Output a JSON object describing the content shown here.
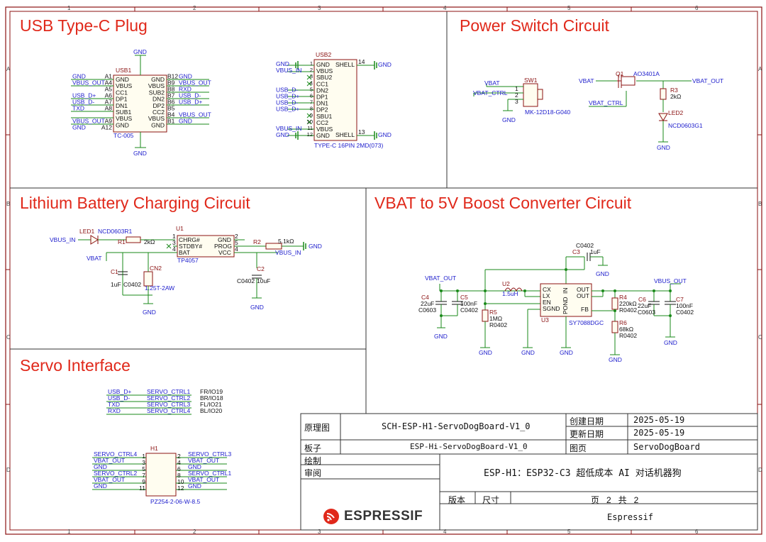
{
  "sections": {
    "usb": "USB Type-C Plug",
    "power": "Power Switch Circuit",
    "charging": "Lithium Battery Charging Circuit",
    "boost": "VBAT to 5V Boost Converter Circuit",
    "servo": "Servo Interface"
  },
  "grid": {
    "cols": [
      "1",
      "2",
      "3",
      "4",
      "5",
      "6"
    ],
    "rows": [
      "A",
      "B",
      "C",
      "D"
    ]
  },
  "usb1": {
    "ref": "USB1",
    "part": "TC-005",
    "left_nets": [
      "GND",
      "VBUS_OUT",
      "",
      "USB_D+",
      "USB_D-",
      "TXD",
      "",
      "VBUS_OUT",
      "GND"
    ],
    "left_pins": [
      "A1",
      "A4",
      "A5",
      "A6",
      "A7",
      "A8",
      "",
      "A9",
      "A12"
    ],
    "pin_names_left": [
      "GND",
      "VBUS",
      "CC1",
      "DP1",
      "DN1",
      "SUB1",
      "VBUS",
      "GND"
    ],
    "pin_names_right": [
      "GND",
      "VBUS",
      "SUB2",
      "DN2",
      "DP2",
      "CC2",
      "VBUS",
      "GND"
    ],
    "right_pins": [
      "B12",
      "B9",
      "B8",
      "B7",
      "B6",
      "B5",
      "B4",
      "B1"
    ],
    "right_nets": [
      "GND",
      "VBUS_OUT",
      "RXD",
      "USB_D-",
      "USB_D+",
      "",
      "VBUS_OUT",
      "GND"
    ],
    "gnd_top": "GND",
    "gnd_bottom": "GND"
  },
  "usb2": {
    "ref": "USB2",
    "part": "TYPE-C 16PIN 2MD(073)",
    "pin_names": [
      "GND",
      "VBUS",
      "SBU2",
      "CC1",
      "DN2",
      "DP1",
      "DN1",
      "DP2",
      "SBU1",
      "CC2",
      "VBUS",
      "GND"
    ],
    "left_nets": [
      "GND",
      "VBUS_IN",
      "",
      "",
      "USB_D-",
      "USB_D+",
      "USB_D-",
      "USB_D+",
      "",
      "",
      "VBUS_IN",
      "GND"
    ],
    "pins": [
      "1",
      "2",
      "3",
      "4",
      "5",
      "6",
      "7",
      "8",
      "9",
      "10",
      "11",
      "12"
    ],
    "shell_top": "SHELL",
    "shell_bottom": "SHELL",
    "shell_top_pin": "14",
    "shell_bottom_pin": "13",
    "gnd_label": "GND"
  },
  "power_switch": {
    "sw_ref": "SW1",
    "sw_part": "MK-12D18-G040",
    "vbat": "VBAT",
    "vbat_ctrl": "VBAT_CTRL",
    "gnd": "GND",
    "pins": [
      "1",
      "2",
      "3"
    ],
    "q_ref": "Q1",
    "q_part": "AO3401A",
    "q_vbat": "VBAT",
    "vbat_out": "VBAT_OUT",
    "q_ctrl": "VBAT_CTRL",
    "r3": "R3",
    "r3_val": "2kΩ",
    "led2": "LED2",
    "led2_part": "NCD0603G1",
    "gnd2": "GND"
  },
  "charging": {
    "led1": "LED1",
    "led1_part": "NCD0603R1",
    "vbus_in": "VBUS_IN",
    "r1": "R1",
    "r1_val": "2kΩ",
    "u1": "U1",
    "u1_part": "TP4057",
    "u1_pins_left": [
      "CHRG#",
      "STDBY#",
      "BAT"
    ],
    "u1_pins_right": [
      "GND",
      "PROG",
      "VCC"
    ],
    "pin_nums_left": [
      "1",
      "3",
      "4"
    ],
    "pin_nums_right": [
      "2",
      "5",
      "4"
    ],
    "r2": "R2",
    "r2_val": "5.1kΩ",
    "gnd_right": "GND",
    "vbus_in_right": "VBUS_IN",
    "vbat": "VBAT",
    "c1": "C1",
    "c1_val": "1uF",
    "c1_pkg": "C0402",
    "cn2": "CN2",
    "cn2_part": "1.25T-2AW",
    "c2": "C2",
    "c2_pkg": "C0402",
    "c2_val": "10uF",
    "gnd1": "GND",
    "gnd2": "GND"
  },
  "boost": {
    "c0402": "C0402",
    "c3": "C3",
    "c3_val": "1uF",
    "gnd_top": "GND",
    "vbat_out": "VBAT_OUT",
    "c4": "C4",
    "c4_val": "22uF",
    "c4_pkg": "C0603",
    "c5": "C5",
    "c5_val": "100nF",
    "c5_pkg": "C0402",
    "u2": "U2",
    "u2_val": "1.5uH",
    "u3": "U3",
    "u3_part": "SY7088DGC",
    "u3_pins_left": [
      "CX",
      "LX",
      "EN",
      "SGND"
    ],
    "u3_pins_right": [
      "OUT",
      "OUT",
      "FB"
    ],
    "u3_pin_bottom": "POND",
    "u3_pin_in": "IN",
    "r5": "R5",
    "r5_val": "1MΩ",
    "r5_pkg": "R0402",
    "r4": "R4",
    "r4_val": "220kΩ",
    "r4_pkg": "R0402",
    "r6": "R6",
    "r6_val": "68kΩ",
    "r6_pkg": "R0402",
    "c6": "C6",
    "c6_val": "22uF",
    "c6_pkg": "C0603",
    "c7": "C7",
    "c7_val": "100nF",
    "c7_pkg": "C0402",
    "vbus_out": "VBUS_OUT",
    "gnd": "GND"
  },
  "servo": {
    "ctrl_rows": [
      {
        "net": "USB_D+",
        "ctrl": "SERVO_CTRL1",
        "io": "FR/IO19"
      },
      {
        "net": "USB_D-",
        "ctrl": "SERVO_CTRL2",
        "io": "BR/IO18"
      },
      {
        "net": "TXD",
        "ctrl": "SERVO_CTRL3",
        "io": "FL/IO21"
      },
      {
        "net": "RXD",
        "ctrl": "SERVO_CTRL4",
        "io": "BL/IO20"
      }
    ],
    "h1": "H1",
    "h1_part": "PZ254-2-06-W-8.5",
    "left_nets": [
      "SERVO_CTRL4",
      "VBAT_OUT",
      "GND",
      "SERVO_CTRL2",
      "VBAT_OUT",
      "GND"
    ],
    "left_pins": [
      "1",
      "3",
      "5",
      "7",
      "9",
      "11"
    ],
    "right_pins": [
      "2",
      "4",
      "6",
      "8",
      "10",
      "12"
    ],
    "right_nets": [
      "SERVO_CTRL3",
      "VBAT_OUT",
      "GND",
      "SERVO_CTRL1",
      "VBAT_OUT",
      "GND"
    ]
  },
  "titleblock": {
    "schematic_label": "原理图",
    "schematic_name": "SCH-ESP-H1-ServoDogBoard-V1_0",
    "created_label": "创建日期",
    "created_date": "2025-05-19",
    "updated_label": "更新日期",
    "updated_date": "2025-05-19",
    "board_label": "板子",
    "board_name": "ESP-Hi-ServoDogBoard-V1_0",
    "page_label": "图页",
    "page_name": "ServoDogBoard",
    "drawn_label": "绘制",
    "review_label": "审阅",
    "description": "ESP-H1：ESP32-C3 超低成本 AI 对话机器狗",
    "version_label": "版本",
    "size_label": "尺寸",
    "page_of": "页   2   共   2",
    "company": "Espressif",
    "logo": "ESPRESSIF"
  },
  "colors": {
    "title": "#e0281a",
    "wire": "#1a8a1a",
    "net": "#1c1ccc",
    "component": "#8b1212",
    "border": "#8b1212",
    "text": "#111111"
  }
}
